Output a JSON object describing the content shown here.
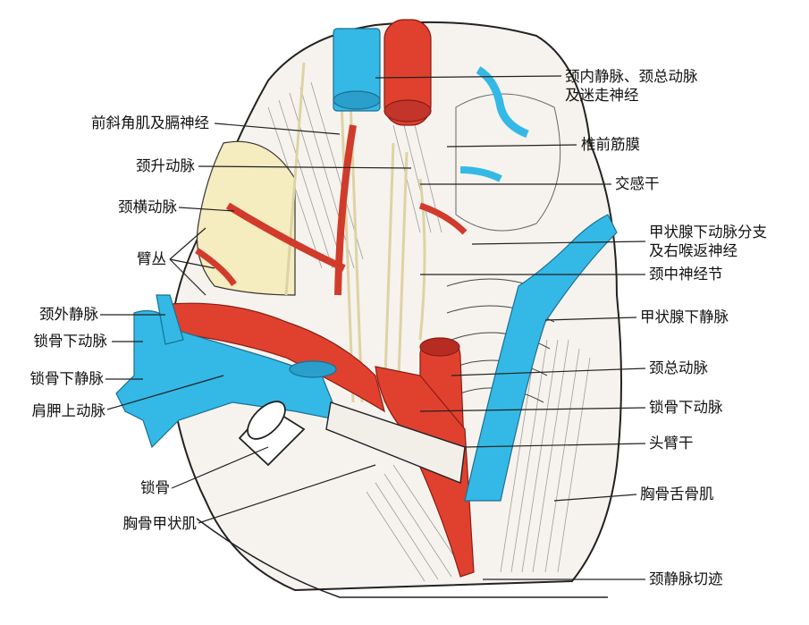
{
  "figure": {
    "colors": {
      "artery": "#e0412f",
      "artery_dark": "#a82318",
      "vein": "#34b9e6",
      "vein_dark": "#1a7fa8",
      "nerve": "#f3eecb",
      "tissue": "#f4f1ec",
      "line": "#111111",
      "label_line": "#222222"
    },
    "labels_left": {
      "anterior_scalene": "前斜角肌及膈神经",
      "ascending_cervical": "颈升动脉",
      "transverse_cervical": "颈横动脉",
      "brachial_plexus": "臂丛",
      "external_jugular": "颈外静脉",
      "subclavian_artery": "锁骨下动脉",
      "subclavian_vein": "锁骨下静脉",
      "suprascapular": "肩胛上动脉",
      "clavicle": "锁骨",
      "sternothyroid": "胸骨甲状肌"
    },
    "labels_right": {
      "ijv_cca_vagus_1": "颈内静脉、颈总动脉",
      "ijv_cca_vagus_2": "及迷走神经",
      "prevertebral_fascia": "椎前筋膜",
      "sympathetic_trunk": "交感干",
      "inferior_thyroid_1": "甲状腺下动脉分支",
      "inferior_thyroid_2": "及右喉返神经",
      "middle_cervical_ganglion": "颈中神经节",
      "inferior_thyroid_vein": "甲状腺下静脉",
      "common_carotid": "颈总动脉",
      "subclavian_artery_r": "锁骨下动脉",
      "brachiocephalic_trunk": "头臂干",
      "sternohyoid": "胸骨舌骨肌",
      "jugular_notch": "颈静脉切迹"
    }
  }
}
